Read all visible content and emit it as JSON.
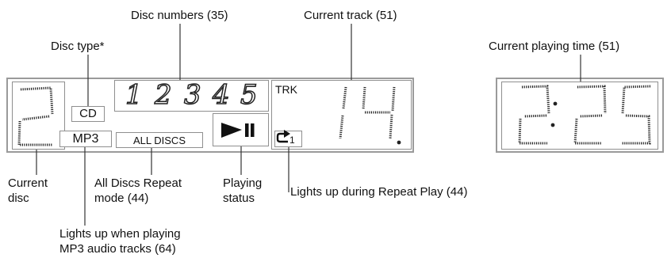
{
  "callouts": {
    "disc_numbers": "Disc numbers (35)",
    "current_track": "Current track (51)",
    "disc_type": "Disc type*",
    "current_playing_time": "Current playing time (51)",
    "current_disc_line1": "Current",
    "current_disc_line2": "disc",
    "all_discs_repeat_line1": "All Discs Repeat",
    "all_discs_repeat_line2": "mode (44)",
    "playing_status_line1": "Playing",
    "playing_status_line2": "status",
    "repeat_play": "Lights up during Repeat Play (44)",
    "mp3_line1": "Lights up when playing",
    "mp3_line2": "MP3 audio tracks (64)"
  },
  "display": {
    "current_disc_digit": "2",
    "cd_label": "CD",
    "mp3_label": "MP3",
    "all_discs_label": "ALL DISCS",
    "disc_numbers": [
      "1",
      "2",
      "3",
      "4",
      "5"
    ],
    "trk_label": "TRK",
    "track_number": "14",
    "repeat_count": "1",
    "playing_time": "2:25"
  },
  "icons": {
    "play_pause": "play-pause-icon",
    "repeat": "repeat-icon"
  },
  "colors": {
    "frame": "#9a9a9a",
    "segment": "#222222",
    "text": "#111111"
  }
}
